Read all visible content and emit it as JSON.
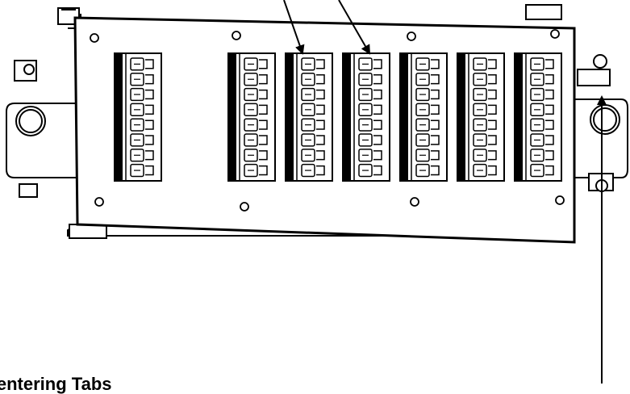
{
  "diagram": {
    "caption": "Centering Tabs",
    "terminal_block_count": 7,
    "terminal_positions_per_block": 8,
    "colors": {
      "line": "#000000",
      "background": "#ffffff"
    }
  }
}
